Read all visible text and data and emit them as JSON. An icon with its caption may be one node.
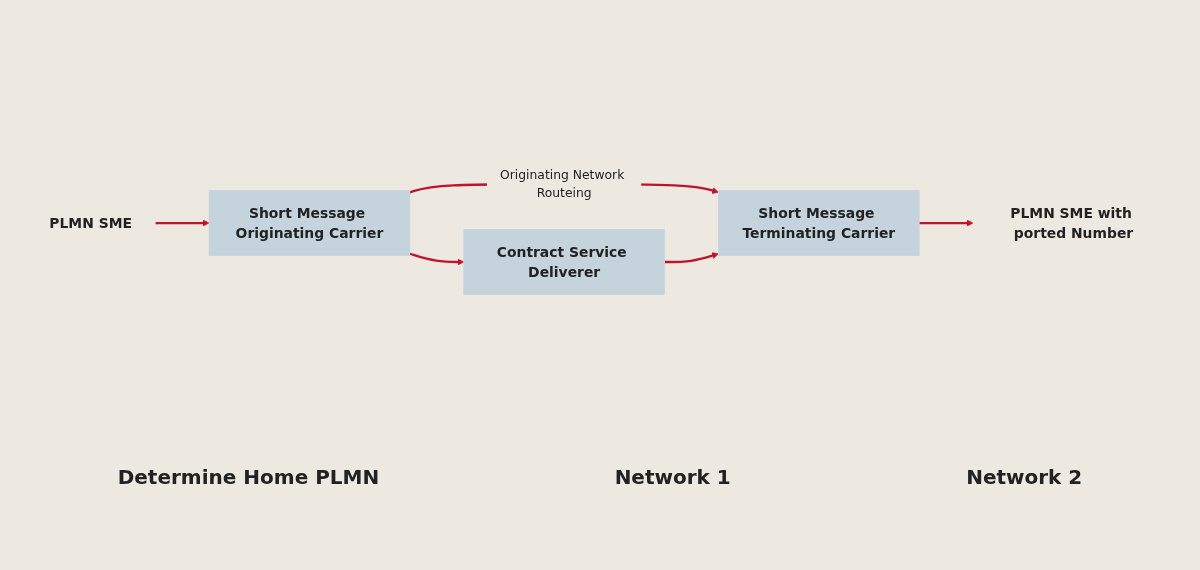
{
  "diagram": {
    "nodes": [
      {
        "text": [
          "PLMN SME"
        ]
      },
      {
        "text": [
          "Short Message Originating Carrier"
        ]
      },
      {
        "text": [
          "Contract Service Deliverer"
        ]
      },
      {
        "text": [
          "Short Message Terminating Carrier"
        ]
      },
      {
        "text": [
          "PLMN SME with ported Number"
        ]
      }
    ],
    "edges": [
      {
        "from": 0,
        "to": 1,
        "arrow": "to"
      },
      {
        "from": 1,
        "to": 3,
        "arrow": "to",
        "label": "Originating Network Routeing"
      },
      {
        "from": 1,
        "to": 2,
        "arrow": "to"
      },
      {
        "from": 2,
        "to": 3,
        "arrow": "to"
      },
      {
        "from": 3,
        "to": 4,
        "arrow": "to"
      }
    ],
    "labels": [
      "Determine Home PLMN",
      "Network 1",
      "Network 2"
    ]
  }
}
